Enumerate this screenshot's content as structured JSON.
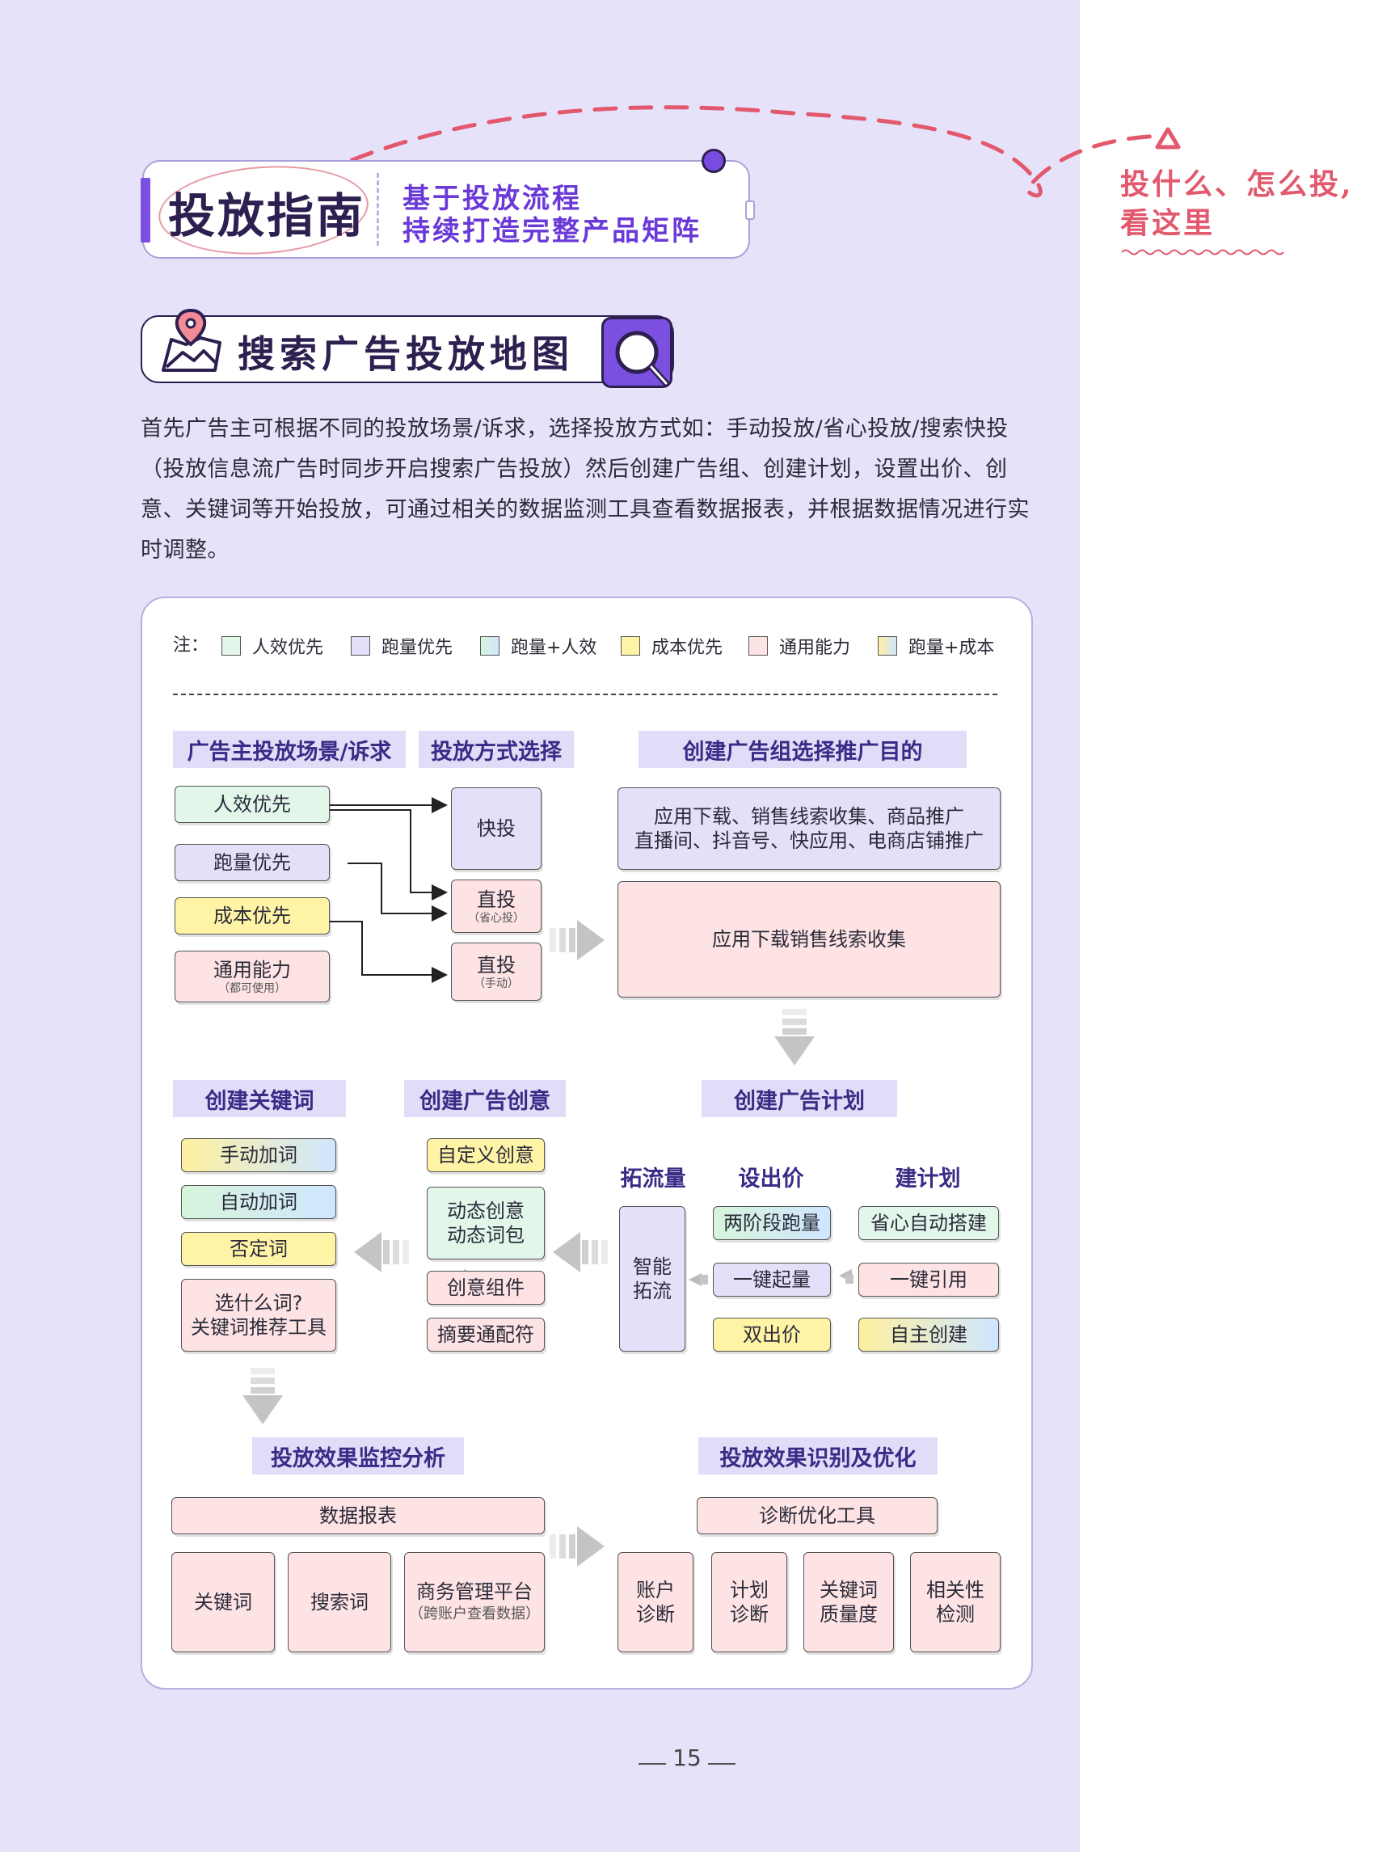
{
  "header": {
    "guide_title": "投放指南",
    "subtitle_line1": "基于投放流程",
    "subtitle_line2": "持续打造完整产品矩阵"
  },
  "side_note": {
    "line1": "投什么、怎么投,",
    "line2": "看这里"
  },
  "section": {
    "title": "搜索广告投放地图",
    "icons": [
      "map-pin-icon",
      "magnifier-icon"
    ]
  },
  "intro": "首先广告主可根据不同的投放场景/诉求，选择投放方式如：手动投放/省心投放/搜索快投（投放信息流广告时同步开启搜索广告投放）然后创建广告组、创建计划，设置出价、创意、关键词等开始投放，可通过相关的数据监测工具查看数据报表，并根据数据情况进行实时调整。",
  "legend": {
    "label": "注：",
    "items": [
      {
        "text": "人效优先",
        "color": "#e2f7ea"
      },
      {
        "text": "跑量优先",
        "color": "#e4e0fa"
      },
      {
        "text": "跑量+人效",
        "color": "gradient-green-blue"
      },
      {
        "text": "成本优先",
        "color": "#fff3a6"
      },
      {
        "text": "通用能力",
        "color": "#fde3e3"
      },
      {
        "text": "跑量+成本",
        "color": "gradient-yellow-blue"
      }
    ]
  },
  "diagram": {
    "headers": {
      "scenario": "广告主投放场景/诉求",
      "method": "投放方式选择",
      "adgroup": "创建广告组选择推广目的",
      "keywords": "创建关键词",
      "creative": "创建广告创意",
      "plan": "创建广告计划",
      "monitor": "投放效果监控分析",
      "optimize": "投放效果识别及优化"
    },
    "scenarios": [
      {
        "label": "人效优先",
        "note": ""
      },
      {
        "label": "跑量优先",
        "note": ""
      },
      {
        "label": "成本优先",
        "note": ""
      },
      {
        "label": "通用能力",
        "note": "（都可使用）"
      }
    ],
    "methods": [
      {
        "label": "快投",
        "note": ""
      },
      {
        "label": "直投",
        "note": "（省心投）"
      },
      {
        "label": "直投",
        "note": "（手动）"
      }
    ],
    "adgroup_goals_line1": "应用下载、销售线索收集、商品推广",
    "adgroup_goals_line2": "直播间、抖音号、快应用、电商店铺推广",
    "adgroup_selected": "应用下载销售线索收集",
    "plan_columns": {
      "expand": "拓流量",
      "bid": "设出价",
      "build": "建计划"
    },
    "expand_node_line1": "智能",
    "expand_node_line2": "拓流",
    "bid_nodes": [
      "两阶段跑量",
      "一键起量",
      "双出价"
    ],
    "build_nodes": [
      "省心自动搭建",
      "一键引用",
      "自主创建"
    ],
    "creative_nodes": [
      "自定义创意",
      "动态创意",
      "动态词包",
      "创意组件",
      "摘要通配符"
    ],
    "keyword_nodes": [
      "手动加词",
      "自动加词",
      "否定词"
    ],
    "keyword_tool_line1": "选什么词?",
    "keyword_tool_line2": "关键词推荐工具",
    "report_title": "数据报表",
    "report_items": [
      {
        "label": "关键词",
        "note": ""
      },
      {
        "label": "搜索词",
        "note": ""
      },
      {
        "label": "商务管理平台",
        "note": "（跨账户查看数据）"
      }
    ],
    "diag_title": "诊断优化工具",
    "diag_items": [
      {
        "line1": "账户",
        "line2": "诊断"
      },
      {
        "line1": "计划",
        "line2": "诊断"
      },
      {
        "line1": "关键词",
        "line2": "质量度"
      },
      {
        "line1": "相关性",
        "line2": "检测"
      }
    ]
  },
  "page_number": "15",
  "colors": {
    "page_bg": "#e6e2fa",
    "accent_purple": "#7b4fe0",
    "header_text": "#3b2a86",
    "dashed_path": "#e2586c"
  }
}
